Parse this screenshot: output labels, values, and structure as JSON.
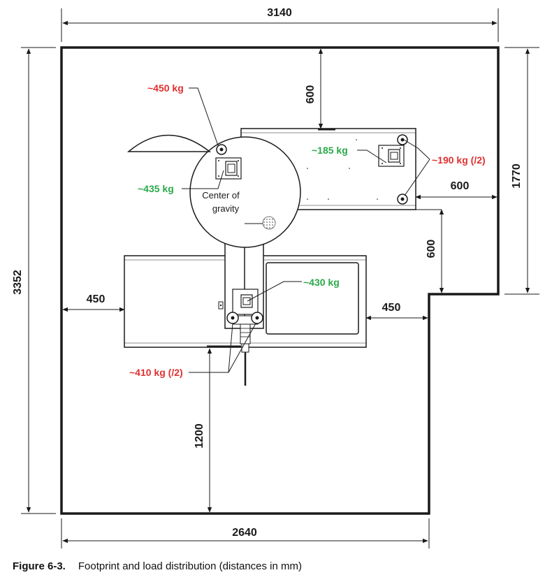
{
  "dimensions": {
    "top_width": "3140",
    "total_height": "3352",
    "right_height": "1770",
    "bottom_width": "2640",
    "top_gap": "600",
    "right_gap": "600",
    "notch_gap": "600",
    "left_gap": "450",
    "right_table_gap": "450",
    "front_gap": "1200"
  },
  "loads": {
    "top_left": "~450 kg",
    "top_right_pair": "~190 kg (/2)",
    "right_center": "~185 kg",
    "upper_center": "~435 kg",
    "lower_center": "~430 kg",
    "bottom_pair": "~410 kg (/2)"
  },
  "center_of_gravity": {
    "line1": "Center of",
    "line2": "gravity"
  },
  "caption": {
    "figure": "Figure 6-3.",
    "text": "Footprint and load distribution (distances in mm)"
  },
  "colors": {
    "load_red": "#e03030",
    "load_green": "#2aa84a",
    "line": "#1a1a1a"
  }
}
